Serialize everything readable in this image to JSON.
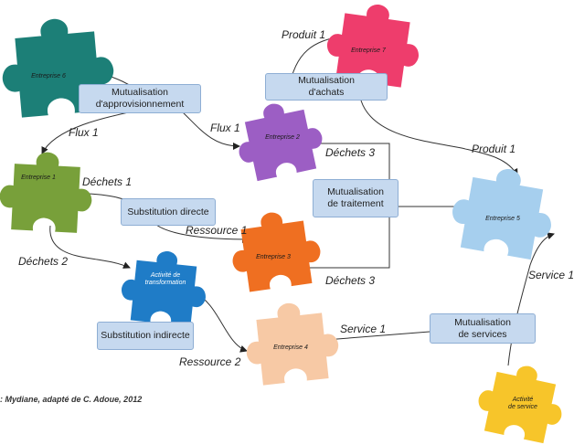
{
  "pieces": [
    {
      "id": "e6",
      "label": "Entreprise 6",
      "color": "#1c7f77"
    },
    {
      "id": "e7",
      "label": "Entreprise 7",
      "color": "#ee3d6c"
    },
    {
      "id": "e2",
      "label": "Entreprise 2",
      "color": "#9c5ec4"
    },
    {
      "id": "e1",
      "label": "Entreprise 1",
      "color": "#78a03a"
    },
    {
      "id": "e5",
      "label": "Entreprise 5",
      "color": "#a6cfee"
    },
    {
      "id": "e3",
      "label": "Entreprise 3",
      "color": "#ef6f21"
    },
    {
      "id": "at",
      "label": "Activité de\ntransformation",
      "color": "#1f7cc7"
    },
    {
      "id": "e4",
      "label": "Entreprise 4",
      "color": "#f7c9a5"
    },
    {
      "id": "as",
      "label": "Activité\nde service",
      "color": "#f7c52a"
    }
  ],
  "boxes": {
    "appro": "Mutualisation\nd'approvisionnement",
    "achats": "Mutualisation\nd'achats",
    "traitement": "Mutualisation\nde traitement",
    "subst_directe": "Substitution directe",
    "subst_indirecte": "Substitution indirecte",
    "services": "Mutualisation\nde services"
  },
  "flow_labels": {
    "produit_top": "Produit 1",
    "flux_left": "Flux 1",
    "flux_mid": "Flux 1",
    "dechets3_top": "Déchets 3",
    "produit_right": "Produit 1",
    "dechets1": "Déchets 1",
    "ressource1": "Ressource 1",
    "dechets2": "Déchets 2",
    "dechets3_bottom": "Déchets 3",
    "service_right": "Service 1",
    "service_mid": "Service 1",
    "ressource2": "Ressource 2"
  },
  "source": ": Mydiane, adapté de C. Adoue, 2012"
}
